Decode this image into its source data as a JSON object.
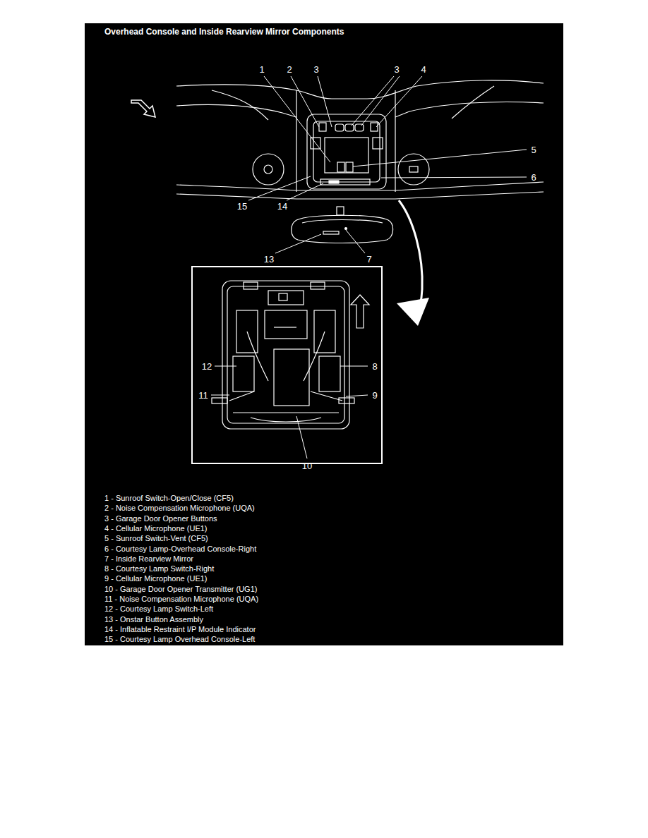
{
  "diagram": {
    "title": "Overhead Console and Inside Rearview Mirror Components",
    "labels": [
      "1",
      "2",
      "3",
      "3",
      "4",
      "5",
      "6",
      "15",
      "14",
      "13",
      "7",
      "12",
      "8",
      "11",
      "9",
      "10",
      "1 - Sunroof Switch-Open/Close (CF5)",
      "2 - Noise Compensation Microphone (UQA)",
      "3 - Garage Door Opener Buttons",
      "4 - Cellular Microphone (UE1)",
      "5 - Sunroof Switch-Vent (CF5)",
      "6 - Courtesy Lamp-Overhead Console-Right",
      "7 - Inside Rearview Mirror",
      "8 - Courtesy Lamp Switch-Right",
      "9 - Cellular Microphone (UE1)",
      "10 - Garage Door Opener Transmitter (UG1)",
      "11 - Noise Compensation Microphone (UQA)",
      "12 - Courtesy Lamp Switch-Left",
      "13 - Onstar Button Assembly",
      "14 - Inflatable Restraint I/P Module Indicator",
      "15 - Courtesy Lamp Overhead Console-Left"
    ]
  }
}
